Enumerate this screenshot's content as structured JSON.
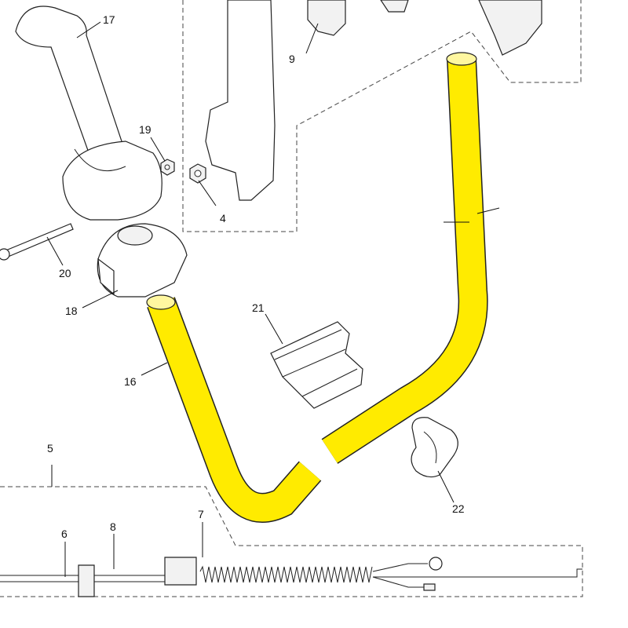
{
  "diagram": {
    "highlight_color": "#ffeb00",
    "callouts": {
      "c17": "17",
      "c9": "9",
      "c19": "19",
      "c4": "4",
      "c20": "20",
      "c18": "18",
      "c21": "21",
      "c16": "16",
      "c5": "5",
      "c22": "22",
      "c6": "6",
      "c8": "8",
      "c7": "7"
    }
  }
}
